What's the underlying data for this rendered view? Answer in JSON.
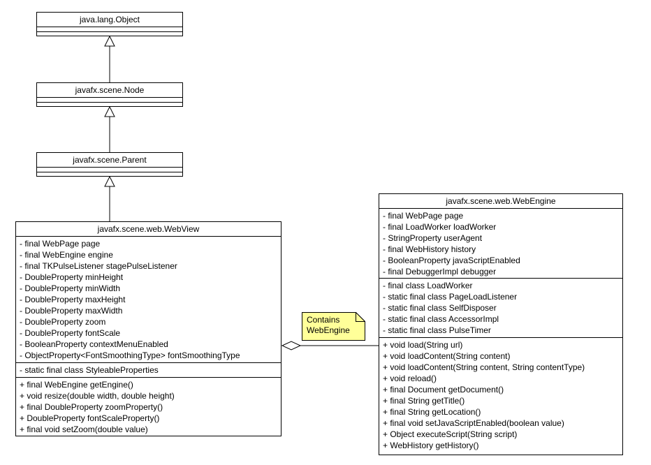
{
  "diagram": {
    "background_color": "#ffffff",
    "line_color": "#000000",
    "note": {
      "fill_color": "#ffff99",
      "line1": "Contains",
      "line2": "WebEngine"
    },
    "classes": {
      "object": {
        "title": "java.lang.Object"
      },
      "node": {
        "title": "javafx.scene.Node"
      },
      "parent": {
        "title": "javafx.scene.Parent"
      },
      "webview": {
        "title": "javafx.scene.web.WebView",
        "attributes": [
          "- final WebPage page",
          "- final WebEngine engine",
          "- final TKPulseListener stagePulseListener",
          "- DoubleProperty minHeight",
          "- DoubleProperty minWidth",
          "- DoubleProperty maxHeight",
          "- DoubleProperty maxWidth",
          "- DoubleProperty zoom",
          "- DoubleProperty fontScale",
          "- BooleanProperty contextMenuEnabled",
          "- ObjectProperty<FontSmoothingType> fontSmoothingType"
        ],
        "nested_classes": [
          "- static final class StyleableProperties"
        ],
        "methods": [
          "+ final WebEngine getEngine()",
          "+ void resize(double width, double height)",
          "+ final DoubleProperty zoomProperty()",
          "+ DoubleProperty fontScaleProperty()",
          "+ final void setZoom(double value)"
        ]
      },
      "webengine": {
        "title": "javafx.scene.web.WebEngine",
        "attributes": [
          "- final WebPage page",
          "- final LoadWorker loadWorker",
          "- StringProperty userAgent",
          "- final WebHistory history",
          "- BooleanProperty javaScriptEnabled",
          "- final DebuggerImpl debugger"
        ],
        "nested_classes": [
          "- final class LoadWorker",
          "- static final class PageLoadListener",
          "- static final class SelfDisposer",
          "- static final class AccessorImpl",
          "- static final class PulseTimer"
        ],
        "methods": [
          "+ void load(String url)",
          "+ void loadContent(String content)",
          "+ void loadContent(String content, String contentType)",
          "+ void reload()",
          "+ final Document getDocument()",
          "+ final String getTitle()",
          "+ final String getLocation()",
          "+ final void setJavaScriptEnabled(boolean value)",
          "+ Object executeScript(String script)",
          "+ WebHistory getHistory()"
        ]
      }
    }
  }
}
